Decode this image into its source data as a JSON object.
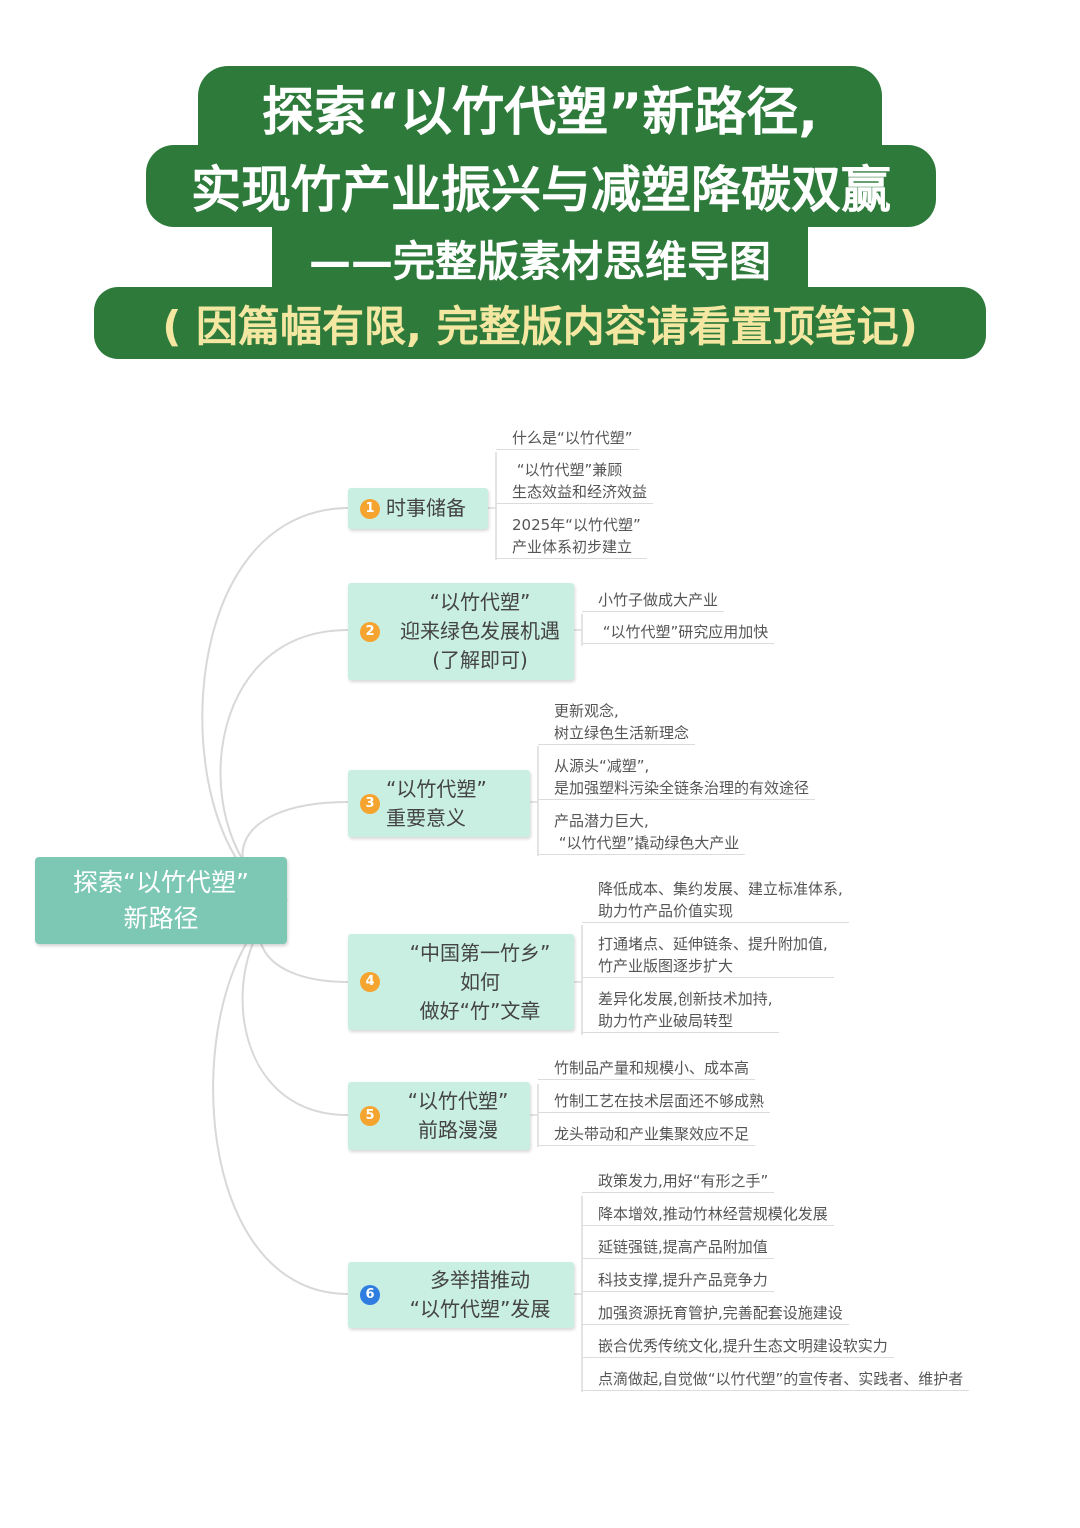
{
  "header": {
    "line1": "探索“以竹代塑”新路径,",
    "line2": "实现竹产业振兴与减塑降碳双赢",
    "line3": "——完整版素材思维导图",
    "line4": "( 因篇幅有限, 完整版内容请看置顶笔记)"
  },
  "colors": {
    "header_green": "#2d7a3b",
    "header_note": "#f3e7a2",
    "root_bg": "#7dc8b4",
    "branch_bg": "#c9efe3",
    "badge_orange": "#f5a430",
    "badge_blue": "#2f7de0"
  },
  "mindmap": {
    "root": "探索“以竹代塑”\n新路径",
    "branches": [
      {
        "num": "1",
        "label": "时事储备",
        "leaves": [
          "什么是“以竹代塑”",
          " “以竹代塑”兼顾\n生态效益和经济效益",
          "2025年“以竹代塑”\n产业体系初步建立"
        ]
      },
      {
        "num": "2",
        "label": "“以竹代塑”\n迎来绿色发展机遇\n(了解即可)",
        "leaves": [
          "小竹子做成大产业",
          " “以竹代塑”研究应用加快"
        ]
      },
      {
        "num": "3",
        "label": " “以竹代塑”\n重要意义",
        "leaves": [
          "更新观念,\n树立绿色生活新理念",
          "从源头“减塑”,\n是加强塑料污染全链条治理的有效途径",
          "产品潜力巨大,\n “以竹代塑”撬动绿色大产业"
        ]
      },
      {
        "num": "4",
        "label": "“中国第一竹乡”\n如何\n做好“竹”文章",
        "leaves": [
          "降低成本、集约发展、建立标准体系,\n助力竹产品价值实现",
          "打通堵点、延伸链条、提升附加值,\n竹产业版图逐步扩大",
          "差异化发展,创新技术加持,\n助力竹产业破局转型"
        ]
      },
      {
        "num": "5",
        "label": "“以竹代塑”\n前路漫漫",
        "leaves": [
          "竹制品产量和规模小、成本高",
          "竹制工艺在技术层面还不够成熟",
          "龙头带动和产业集聚效应不足"
        ]
      },
      {
        "num": "6",
        "label": "多举措推动\n“以竹代塑”发展",
        "leaves": [
          "政策发力,用好“有形之手”",
          "降本增效,推动竹林经营规模化发展",
          "延链强链,提高产品附加值",
          "科技支撑,提升产品竞争力",
          "加强资源抚育管护,完善配套设施建设",
          "嵌合优秀传统文化,提升生态文明建设软实力",
          "点滴做起,自觉做“以竹代塑”的宣传者、实践者、维护者"
        ]
      }
    ]
  }
}
